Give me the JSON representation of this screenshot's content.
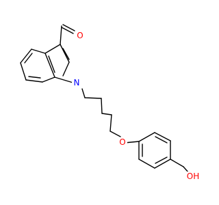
{
  "structure": {
    "atoms": {
      "aldehyde_oxygen": {
        "symbol": "O",
        "color": "#ff0000"
      },
      "indole_nitrogen": {
        "symbol": "N",
        "color": "#0000ff"
      },
      "ether_oxygen": {
        "symbol": "O",
        "color": "#ff0000"
      },
      "hydroxyl": {
        "symbol": "OH",
        "color": "#ff0000"
      }
    },
    "bond_color": "#000000",
    "background": "#ffffff"
  }
}
